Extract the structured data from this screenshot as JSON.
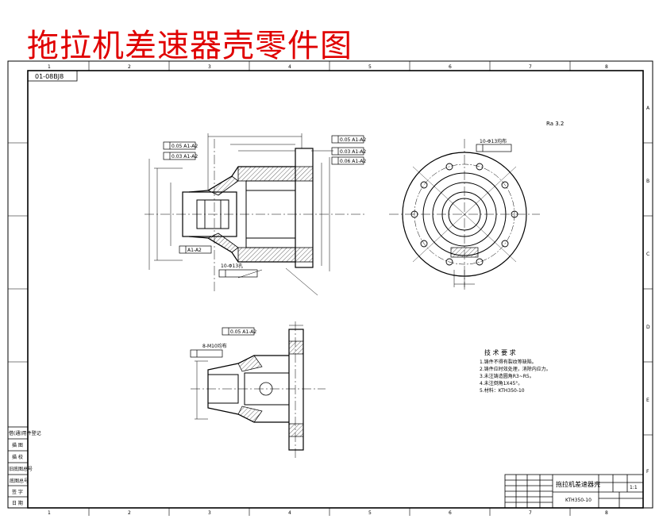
{
  "title": "拖拉机差速器壳零件图",
  "drawing_number_box": "01-08BJ8",
  "roughness_symbol": "Ra 3.2",
  "zone_numbers_top": [
    "1",
    "2",
    "3",
    "4",
    "5",
    "6",
    "7",
    "8"
  ],
  "zone_letters_side": [
    "A",
    "B",
    "C",
    "D",
    "E",
    "F"
  ],
  "tech_requirements": {
    "heading": "技 术 要 求",
    "lines": [
      "1.铸件不得有裂纹等缺陷。",
      "2.铸件应时效处理，消除内应力。",
      "3.未注铸造圆角R3~R5。",
      "4.未注倒角1X45°。",
      "5.材料：KTH350-10"
    ]
  },
  "title_block": {
    "part_name": "拖拉机差速器壳",
    "material": "KTH350-10",
    "scale": "1:1"
  },
  "left_strip_labels": [
    "借(通)用件登记",
    "描 图",
    "描 校",
    "旧底图总号",
    "底图总号",
    "签 字",
    "日 期"
  ],
  "gdt_frames": [
    "0.05 A1-A2",
    "0.03 A1-A2",
    "0.05 A1-A2",
    "0.03 A1-A2",
    "0.06 A1-A2",
    "0.05 A1-A2"
  ],
  "annotations": {
    "hole_note_top": "10-Φ13均布",
    "hole_note_front": "10-Φ13孔",
    "bolt_note": "8-M10均布",
    "section_note": "A1-A2"
  }
}
